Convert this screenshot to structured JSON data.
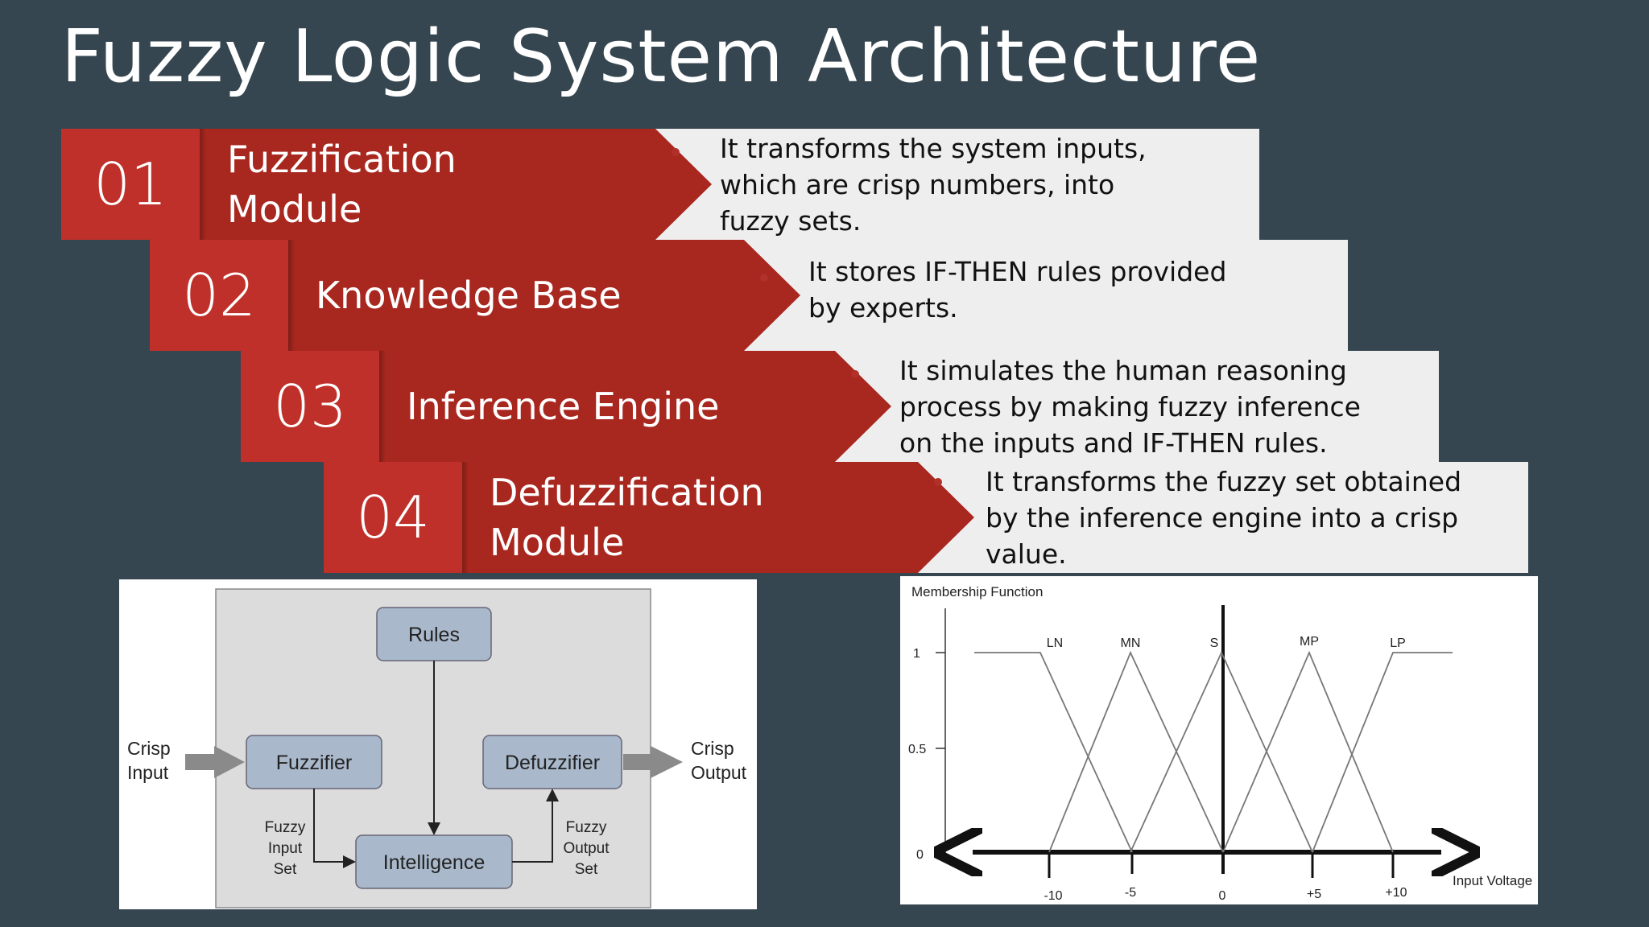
{
  "title": "Fuzzy Logic System Architecture",
  "steps": [
    {
      "num": "01",
      "name": "Fuzzification Module",
      "desc": "It transforms the system inputs, which are crisp numbers, into fuzzy sets."
    },
    {
      "num": "02",
      "name": "Knowledge Base",
      "desc": "It stores IF-THEN rules provided by experts."
    },
    {
      "num": "03",
      "name": "Inference Engine",
      "desc": "It simulates the human reasoning process by making fuzzy inference on the inputs and IF-THEN rules."
    },
    {
      "num": "04",
      "name": "Defuzzification Module",
      "desc": "It transforms the fuzzy set obtained by the inference engine into a crisp value."
    }
  ],
  "block_diagram": {
    "rules": "Rules",
    "fuzzifier": "Fuzzifier",
    "defuzzifier": "Defuzzifier",
    "intelligence": "Intelligence",
    "crisp_input_1": "Crisp",
    "crisp_input_2": "Input",
    "crisp_output_1": "Crisp",
    "crisp_output_2": "Output",
    "fuzzy_input_1": "Fuzzy",
    "fuzzy_input_2": "Input",
    "fuzzy_input_3": "Set",
    "fuzzy_output_1": "Fuzzy",
    "fuzzy_output_2": "Output",
    "fuzzy_output_3": "Set"
  },
  "membership": {
    "title": "Membership Function",
    "xlabel": "Input Voltage",
    "y_ticks": [
      "1",
      "0.5",
      "0"
    ],
    "x_ticks": [
      "-10",
      "-5",
      "0",
      "+5",
      "+10"
    ],
    "sets": [
      "LN",
      "MN",
      "S",
      "MP",
      "LP"
    ]
  }
}
